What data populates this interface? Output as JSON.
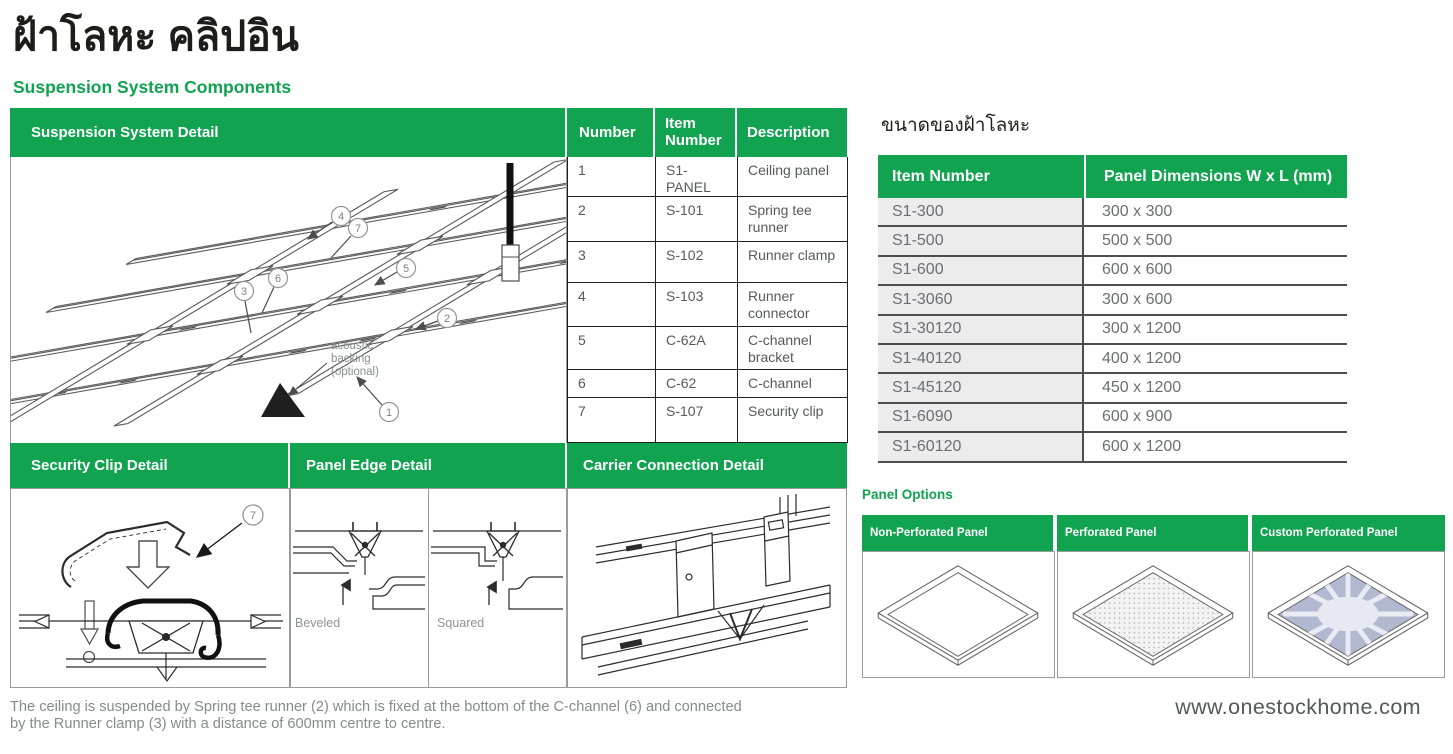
{
  "page": {
    "title": "ฝ้าโลหะ คลิปอิน",
    "section_heading": "Suspension System Components"
  },
  "colors": {
    "accent_green": "#12a350",
    "table_border_dark": "#231f20",
    "grid_border_gray": "#9a9b9c",
    "row_bg_gray": "#ececec",
    "text_gray": "#6d6e71"
  },
  "suspension": {
    "detail_header": "Suspension System Detail",
    "columns": [
      "Number",
      "Item Number",
      "Description"
    ],
    "rows": [
      {
        "number": "1",
        "item": "S1-PANEL",
        "desc": "Ceiling panel"
      },
      {
        "number": "2",
        "item": "S-101",
        "desc": "Spring tee runner"
      },
      {
        "number": "3",
        "item": "S-102",
        "desc": "Runner clamp"
      },
      {
        "number": "4",
        "item": "S-103",
        "desc": "Runner connector"
      },
      {
        "number": "5",
        "item": "C-62A",
        "desc": "C-channel bracket"
      },
      {
        "number": "6",
        "item": "C-62",
        "desc": "C-channel"
      },
      {
        "number": "7",
        "item": "S-107",
        "desc": "Security clip"
      }
    ]
  },
  "diagram": {
    "callouts": [
      "1",
      "2",
      "3",
      "4",
      "5",
      "6",
      "7"
    ],
    "acoustic_line1": "acoustic",
    "acoustic_line2": "backing",
    "acoustic_line3": "(optional)"
  },
  "details": {
    "security_title": "Security Clip Detail",
    "panel_edge_title": "Panel Edge Detail",
    "carrier_title": "Carrier Connection Detail",
    "beveled_label": "Beveled",
    "squared_label": "Squared"
  },
  "sizes": {
    "heading": "ขนาดของฝ้าโลหะ",
    "col1": "Item Number",
    "col2": "Panel Dimensions W x L (mm)",
    "rows": [
      [
        "S1-300",
        "300 x 300"
      ],
      [
        "S1-500",
        "500 x 500"
      ],
      [
        "S1-600",
        "600 x 600"
      ],
      [
        "S1-3060",
        "300 x 600"
      ],
      [
        "S1-30120",
        "300 x 1200"
      ],
      [
        "S1-40120",
        "400 x 1200"
      ],
      [
        "S1-45120",
        "450 x 1200"
      ],
      [
        "S1-6090",
        "600 x 900"
      ],
      [
        "S1-60120",
        "600 x 1200"
      ]
    ]
  },
  "panel_options": {
    "heading": "Panel Options",
    "labels": [
      "Non-Perforated Panel",
      "Perforated Panel",
      "Custom Perforated Panel"
    ]
  },
  "footer": {
    "line1": "The ceiling is suspended by Spring tee runner (2) which is fixed at the bottom of the C-channel (6) and connected",
    "line2": "by the Runner clamp (3) with a distance of 600mm centre to centre.",
    "website": "www.onestockhome.com"
  }
}
